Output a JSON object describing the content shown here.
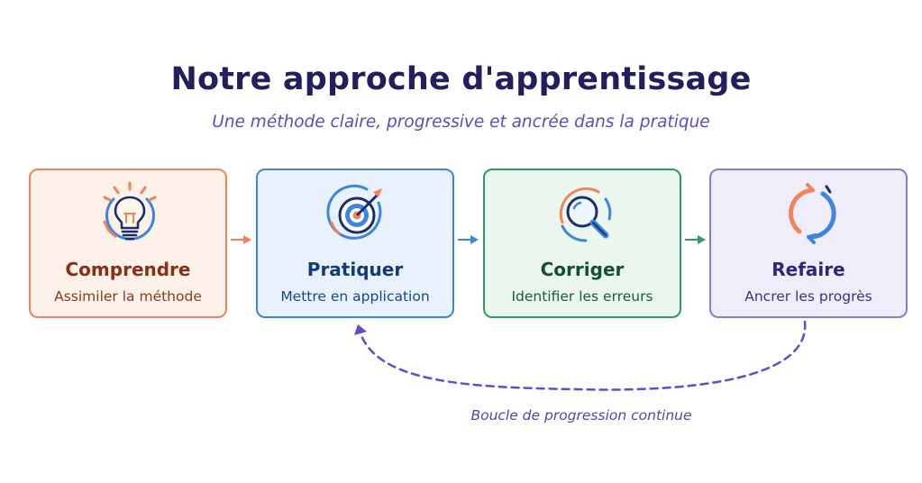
{
  "header": {
    "title": "Notre approche d'apprentissage",
    "subtitle": "Une méthode claire, progressive et ancrée dans la pratique"
  },
  "steps": [
    {
      "name": "Comprendre",
      "description": "Assimiler la méthode",
      "icon": "lightbulb-icon",
      "accent": "#f0845a"
    },
    {
      "name": "Pratiquer",
      "description": "Mettre en application",
      "icon": "target-icon",
      "accent": "#3d86df"
    },
    {
      "name": "Corriger",
      "description": "Identifier les erreurs",
      "icon": "magnifier-icon",
      "accent": "#2e9a66"
    },
    {
      "name": "Refaire",
      "description": "Ancrer les progrès",
      "icon": "refresh-cycle-icon",
      "accent": "#8a79dc"
    }
  ],
  "loop": {
    "label": "Boucle de progression continue",
    "from": "Refaire",
    "to": "Pratiquer",
    "color": "#5b4fd0"
  }
}
